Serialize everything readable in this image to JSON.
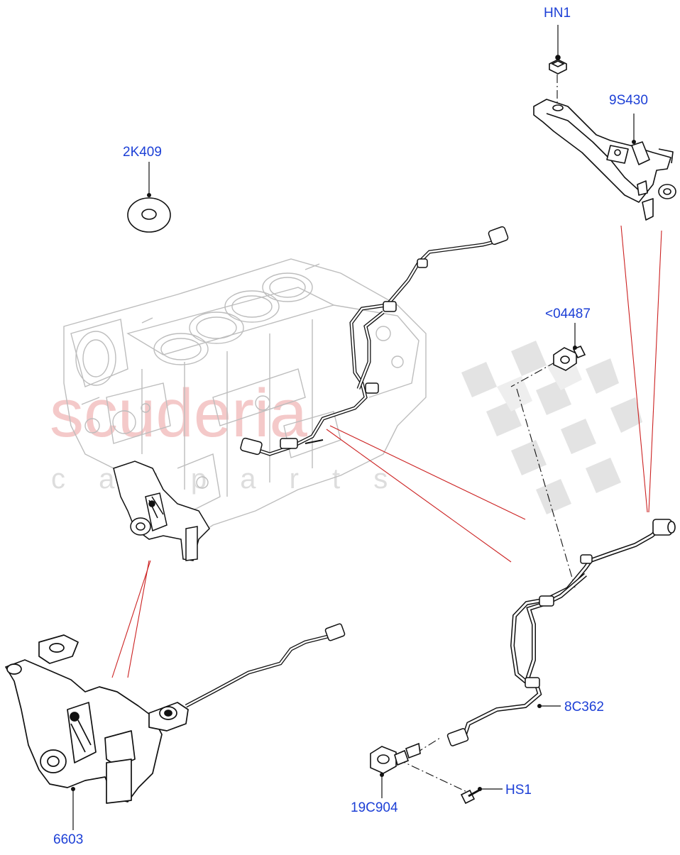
{
  "watermark": {
    "brand": "scuderia",
    "tagline": "c a r   p a r t s"
  },
  "callouts": [
    {
      "id": "hn1",
      "label": "HN1",
      "part": "nut"
    },
    {
      "id": "9s430",
      "label": "9S430",
      "part": "bracket"
    },
    {
      "id": "2k409",
      "label": "2K409",
      "part": "plug"
    },
    {
      "id": "04487",
      "label": "<04487",
      "part": "adapter"
    },
    {
      "id": "8c362",
      "label": "8C362",
      "part": "pressure tube"
    },
    {
      "id": "hs1",
      "label": "HS1",
      "part": "screw"
    },
    {
      "id": "19c904",
      "label": "19C904",
      "part": "sensor"
    },
    {
      "id": "6603",
      "label": "6603",
      "part": "oil pump"
    }
  ],
  "colors": {
    "callout_text": "#1c3fd6",
    "leader_red": "#cc2222",
    "line_art": "#111111",
    "ghost_art": "#bdbdbd",
    "watermark": "#f2c4c4"
  }
}
